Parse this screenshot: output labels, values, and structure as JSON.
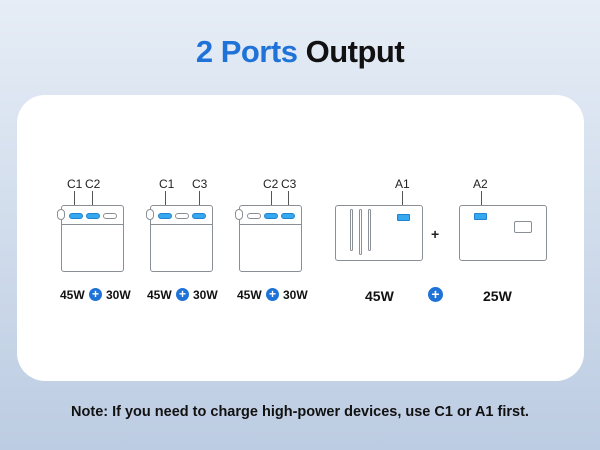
{
  "title": {
    "highlight": "2 Ports",
    "rest": "Output"
  },
  "configs": [
    {
      "ports": [
        "C1",
        "C2"
      ],
      "left_watt": "45W",
      "right_watt": "30W"
    },
    {
      "ports": [
        "C1",
        "C3"
      ],
      "left_watt": "45W",
      "right_watt": "30W"
    },
    {
      "ports": [
        "C2",
        "C3"
      ],
      "left_watt": "45W",
      "right_watt": "30W"
    }
  ],
  "usb_a": {
    "left": {
      "port": "A1",
      "watt": "45W"
    },
    "right": {
      "port": "A2",
      "watt": "25W"
    },
    "small_plus": "+"
  },
  "plus_symbol": "+",
  "note": "Note: If you need to charge high-power devices, use C1 or A1 first.",
  "colors": {
    "accent": "#1f73d8",
    "port_active": "#35a8ef",
    "outline": "#8a8f96"
  }
}
